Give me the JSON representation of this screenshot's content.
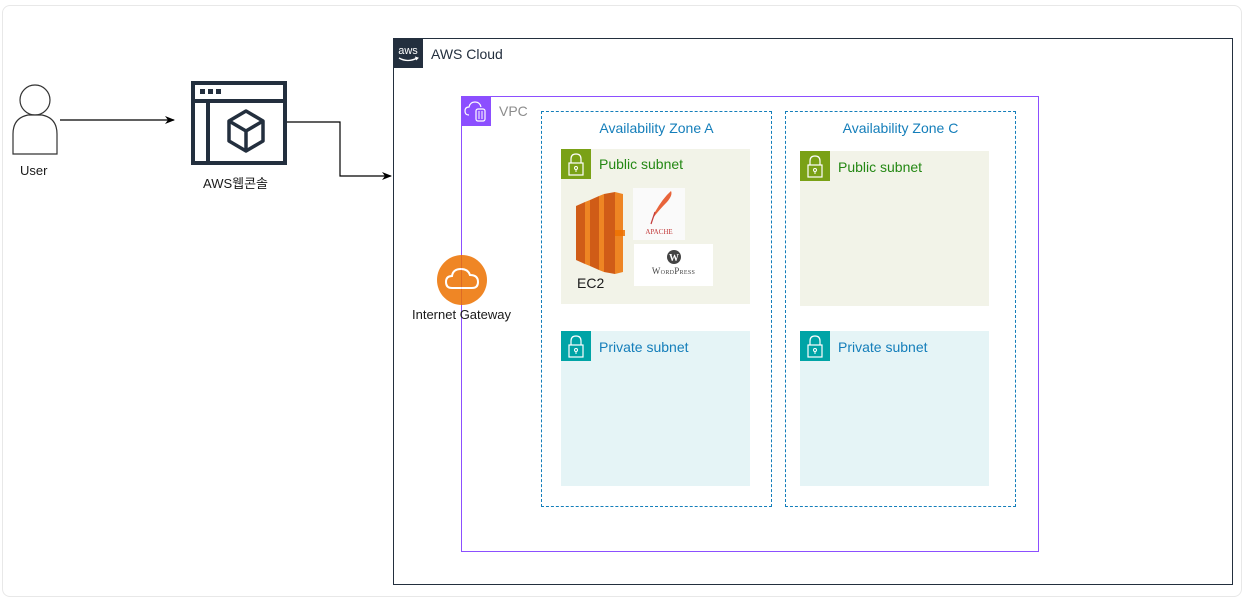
{
  "diagram": {
    "user": {
      "label": "User",
      "icon": "user-icon"
    },
    "console": {
      "label": "AWS웹콘솔",
      "icon": "web-console-icon"
    },
    "aws_cloud": {
      "label": "AWS Cloud",
      "badge_text": "aws"
    },
    "vpc": {
      "label": "VPC"
    },
    "internet_gateway": {
      "label": "Internet Gateway"
    },
    "availability_zones": [
      {
        "label": "Availability Zone A",
        "public_subnet": {
          "label": "Public subnet"
        },
        "private_subnet": {
          "label": "Private subnet"
        }
      },
      {
        "label": "Availability Zone C",
        "public_subnet": {
          "label": "Public subnet"
        },
        "private_subnet": {
          "label": "Private subnet"
        }
      }
    ],
    "ec2": {
      "label": "EC2"
    },
    "apache": {
      "label": "APACHE"
    },
    "wordpress": {
      "label": "WordPress"
    },
    "colors": {
      "aws_dark": "#232f3e",
      "vpc_purple": "#8c4fff",
      "az_blue": "#147eba",
      "public_green": "#7aa116",
      "private_teal": "#00a4a6",
      "orange": "#ed7100"
    }
  }
}
